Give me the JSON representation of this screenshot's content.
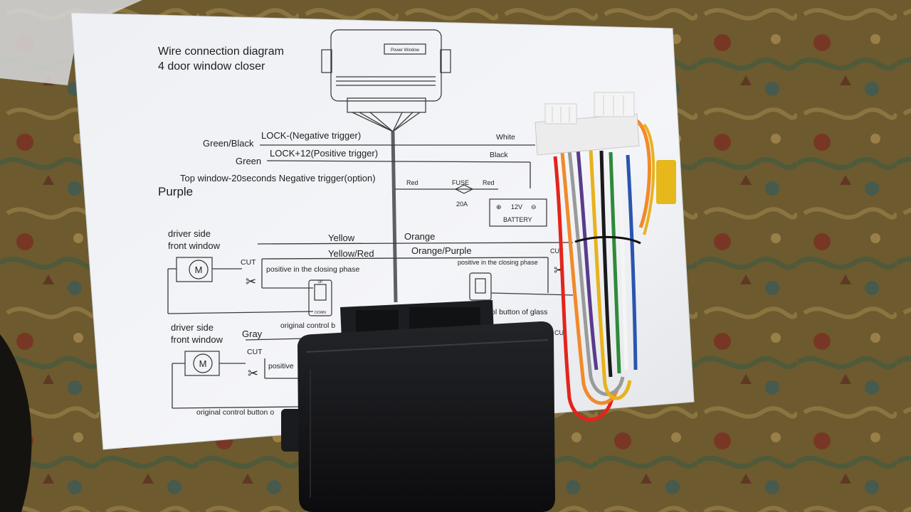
{
  "diagram": {
    "title_line1": "Wire connection diagram",
    "title_line2": "4 door window closer",
    "module_label": "Power Window",
    "wires": {
      "green_black": "Green/Black",
      "lock_negative": "LOCK-(Negative trigger)",
      "white": "White",
      "lock_positive": "LOCK+12(Positive trigger)",
      "black": "Black",
      "green": "Green",
      "top_window": "Top window-20seconds Negative trigger(option)",
      "red_left": "Red",
      "fuse": "FUSE",
      "fuse_rating": "20A",
      "red_right": "Red",
      "purple": "Purple",
      "battery_voltage": "12V",
      "battery": "BATTERY",
      "battery_plus": "⊕",
      "battery_minus": "⊖"
    },
    "upper_section": {
      "driver_side_line1": "driver side",
      "driver_side_line2": "front window",
      "motor": "M",
      "yellow": "Yellow",
      "orange": "Orange",
      "cut_left": "CUT",
      "yellow_red": "Yellow/Red",
      "orange_purple": "Orange/Purple",
      "cut_right": "CUT",
      "positive_left": "positive in the closing phase",
      "positive_right": "positive in the closing phase",
      "original_control": "original control b",
      "control_button_glass": "ol button of glass",
      "switch_up": "UP",
      "switch_down": "DOWN"
    },
    "lower_section": {
      "driver_side_line1": "driver side",
      "driver_side_line2": "front window",
      "motor": "M",
      "gray": "Gray",
      "cut": "CUT",
      "positive": "positive",
      "original_control": "original control button o",
      "cut_right_partial": "CU"
    }
  },
  "colors": {
    "fabric": "#6d5a2e",
    "paper": "#f2f3f6",
    "module": "#141518",
    "connector": "#ececec"
  }
}
